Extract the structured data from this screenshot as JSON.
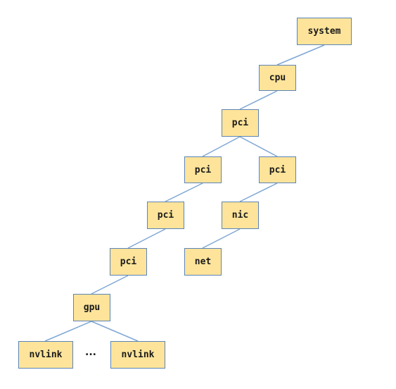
{
  "nodes": {
    "system": "system",
    "cpu": "cpu",
    "pci_root": "pci",
    "pci_left1": "pci",
    "pci_right": "pci",
    "pci_left2": "pci",
    "nic": "nic",
    "pci_left3": "pci",
    "net": "net",
    "gpu": "gpu",
    "nvlink_1": "nvlink",
    "nvlink_2": "nvlink"
  },
  "ellipsis": "...",
  "colors": {
    "node_fill": "#fee49a",
    "node_border": "#5b84b7",
    "edge": "#7fa7d4"
  }
}
